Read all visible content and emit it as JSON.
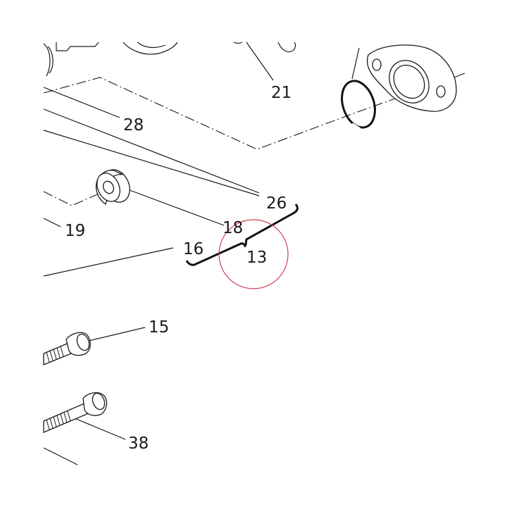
{
  "labels": {
    "l21": "21",
    "l28": "28",
    "l26": "26",
    "l19": "19",
    "l18": "18",
    "l16": "16",
    "l13": "13",
    "l15": "15",
    "l38": "38"
  },
  "highlight": {
    "color": "#d04050"
  }
}
